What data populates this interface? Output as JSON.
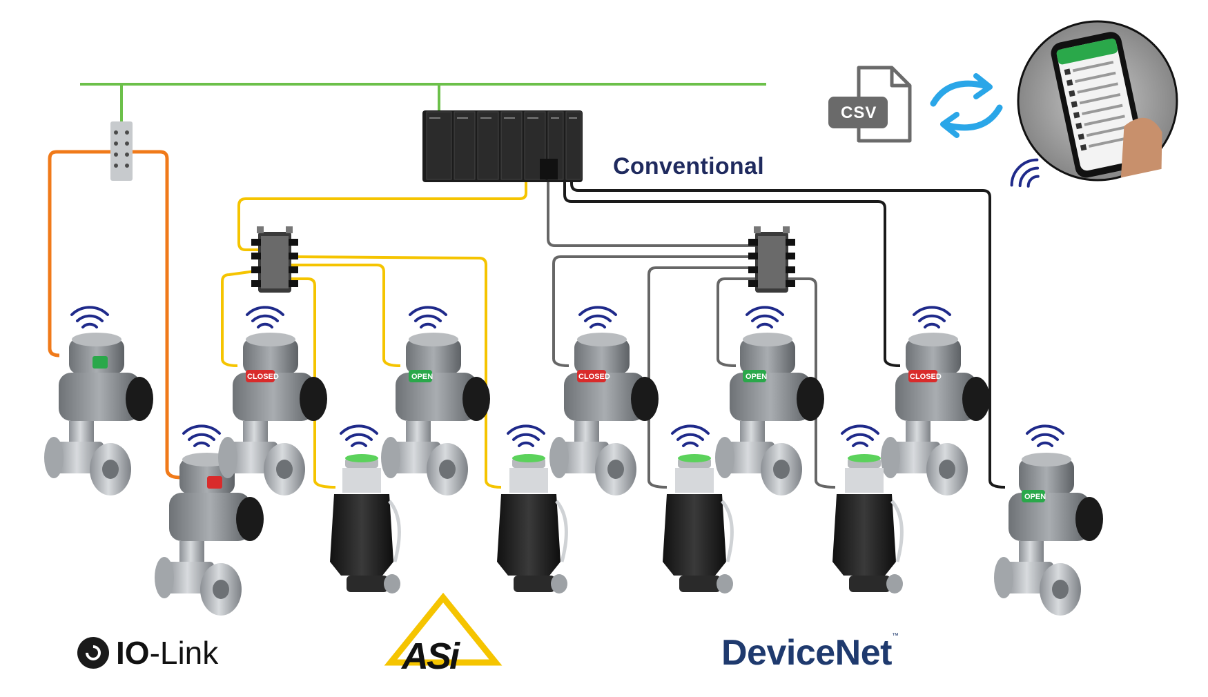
{
  "labels": {
    "conventional": "Conventional",
    "csv": "CSV"
  },
  "logos": {
    "iolink_bold": "IO",
    "iolink_rest": "-Link",
    "asi": "ASi",
    "devicenet": "DeviceNet",
    "devicenet_tm": "™"
  },
  "valve_flags": {
    "closed": "CLOSED",
    "open": "OPEN"
  },
  "colors": {
    "ethernet": "#6cc04a",
    "iolink": "#f07a1a",
    "asi": "#f5c400",
    "devicenet": "#666666",
    "conventional": "#1a1a1a",
    "signal": "#1f2a8a",
    "sync_arrows": "#2aa6e8"
  },
  "icons": {
    "network_rack": "plc-rack-icon",
    "csv_file": "csv-file-icon",
    "sync": "sync-arrows-icon",
    "phone": "smartphone-icon",
    "wireless": "wireless-signal-icon"
  }
}
